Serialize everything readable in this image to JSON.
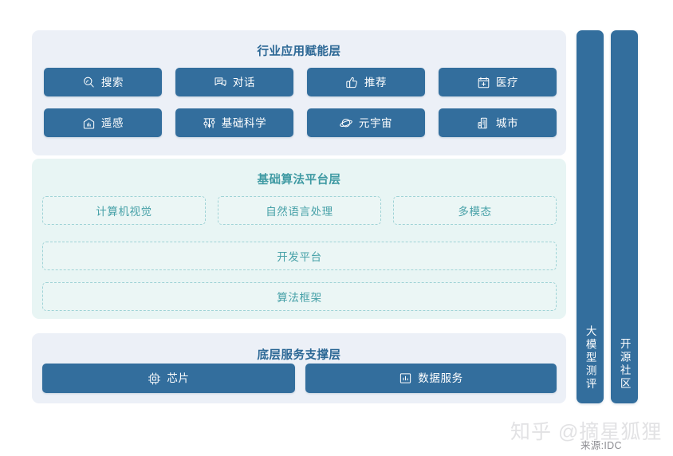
{
  "layers": [
    {
      "id": "industry-application",
      "title": "行业应用赋能层",
      "tone": "blue",
      "items": [
        {
          "label": "搜索",
          "icon": "search-icon"
        },
        {
          "label": "对话",
          "icon": "chat-icon"
        },
        {
          "label": "推荐",
          "icon": "thumbs-up-icon"
        },
        {
          "label": "医疗",
          "icon": "medical-calendar-icon"
        },
        {
          "label": "遥感",
          "icon": "remote-sensing-icon"
        },
        {
          "label": "基础科学",
          "icon": "science-icon"
        },
        {
          "label": "元宇宙",
          "icon": "metaverse-planet-icon"
        },
        {
          "label": "城市",
          "icon": "city-building-icon"
        }
      ]
    },
    {
      "id": "algorithm-platform",
      "title": "基础算法平台层",
      "tone": "cyan",
      "row1": [
        {
          "label": "计算机视觉"
        },
        {
          "label": "自然语言处理"
        },
        {
          "label": "多模态"
        }
      ],
      "row2": [
        {
          "label": "开发平台"
        }
      ],
      "row3": [
        {
          "label": "算法框架"
        }
      ]
    },
    {
      "id": "infrastructure-service",
      "title": "底层服务支撑层",
      "tone": "blue",
      "items": [
        {
          "label": "芯片",
          "icon": "chip-icon"
        },
        {
          "label": "数据服务",
          "icon": "data-chart-icon"
        }
      ]
    }
  ],
  "sidebars": [
    {
      "id": "model-evaluation",
      "label": "大模型测评"
    },
    {
      "id": "open-source-community",
      "label": "开源社区"
    }
  ],
  "watermark": {
    "text": "知乎 @摘星狐狸"
  },
  "source": {
    "text": "来源:IDC"
  },
  "colors": {
    "button_blue": "#336e9d",
    "panel_blue": "#ecf0f7",
    "panel_cyan": "#e8f5f4",
    "title_blue": "#2b6795",
    "title_cyan": "#3f9aa3",
    "dotted_border": "#9fd3d6",
    "dotted_text": "#47a1a8"
  }
}
